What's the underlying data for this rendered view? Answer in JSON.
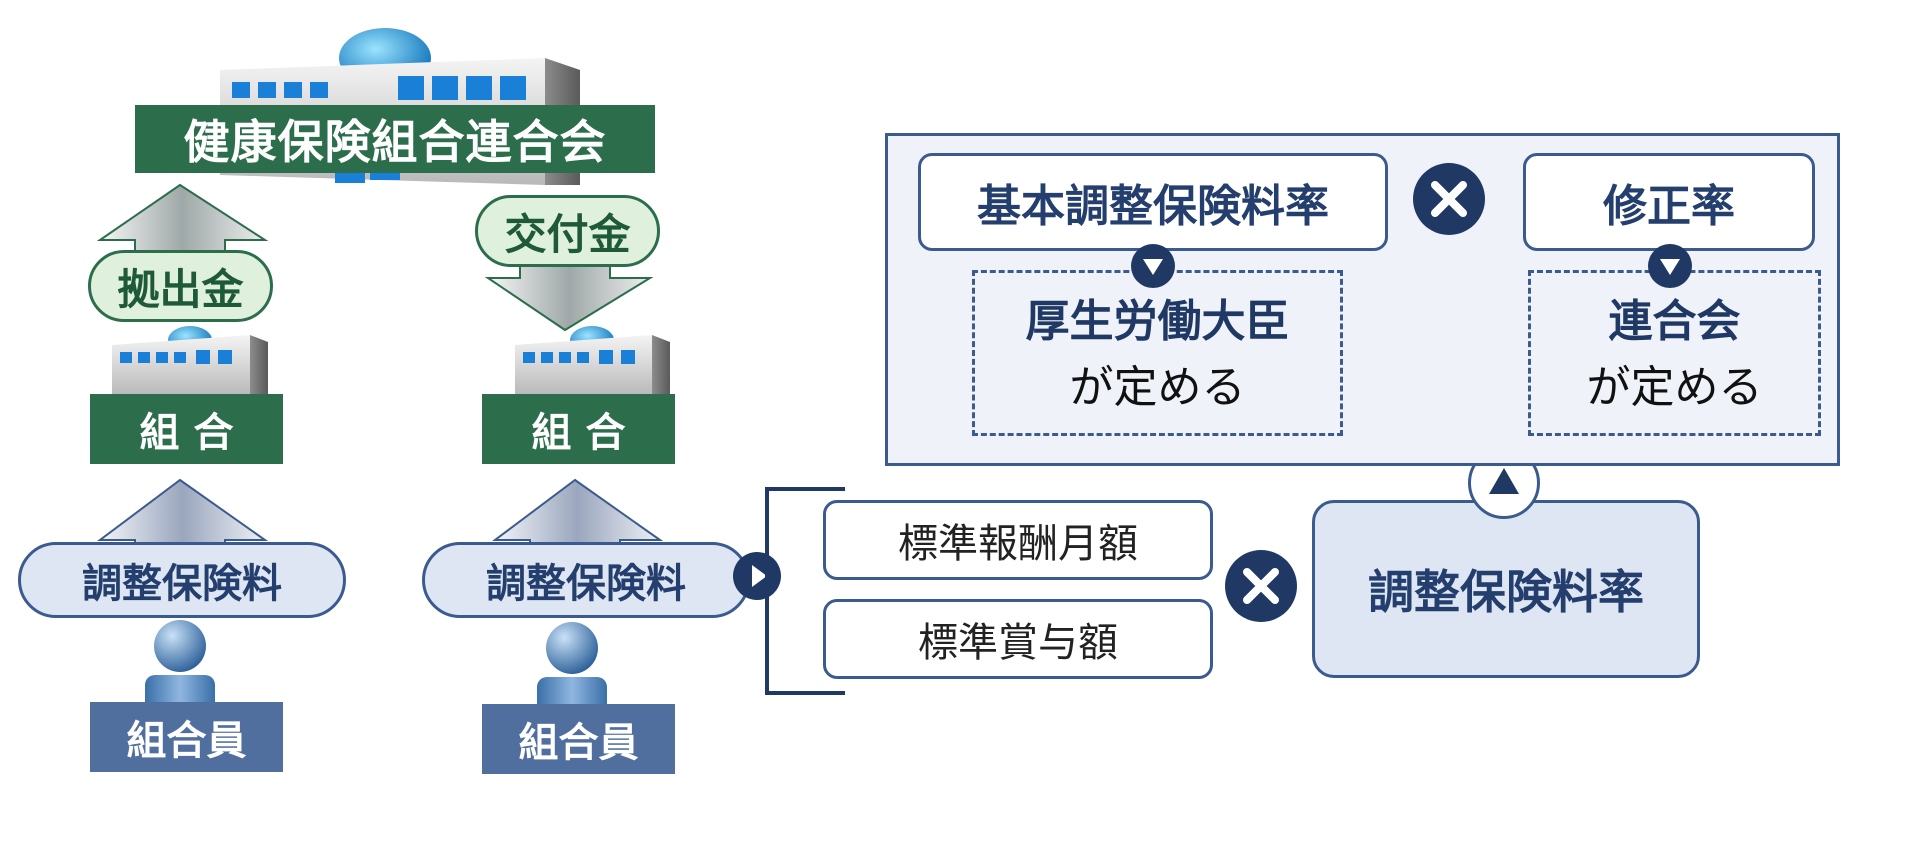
{
  "federation": {
    "label": "健康保険組合連合会"
  },
  "flows": {
    "contribution": "拠出金",
    "grant": "交付金"
  },
  "left_column": {
    "union": "組 合",
    "premium": "調整保険料",
    "member": "組合員"
  },
  "right_column": {
    "union": "組 合",
    "premium": "調整保険料",
    "member": "組合員"
  },
  "formula": {
    "monthly_salary": "標準報酬月額",
    "bonus": "標準賞与額",
    "premium_rate": "調整保険料率",
    "base_rate": "基本調整保険料率",
    "correction_rate": "修正率",
    "base_rate_decider_bold": "厚生労働大臣",
    "base_rate_decider_rest": "が定める",
    "correction_decider_bold": "連合会",
    "correction_decider_rest": "が定める"
  },
  "colors": {
    "green": "#2c6e4b",
    "navy": "#1f3864",
    "blue_border": "#3b5b8f",
    "light_blue": "#dde6f2"
  }
}
